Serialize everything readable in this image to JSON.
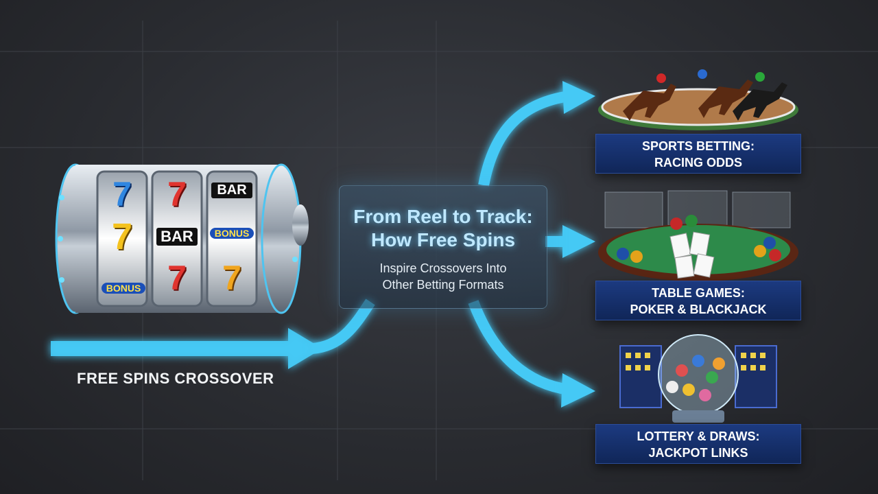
{
  "title": {
    "main_line1": "From Reel to Track:",
    "main_line2": "How Free Spins",
    "sub_line1": "Inspire Crossovers Into",
    "sub_line2": "Other Betting Formats"
  },
  "source": {
    "label": "FREE SPINS CROSSOVER",
    "reel_symbols": [
      "7",
      "7",
      "BAR",
      "7",
      "BAR",
      "BONUS",
      "BONUS",
      "7",
      "7"
    ]
  },
  "targets": [
    {
      "line1": "SPORTS BETTING:",
      "line2": "RACING ODDS",
      "icon": "horse-racing"
    },
    {
      "line1": "TABLE GAMES:",
      "line2": "POKER & BLACKJACK",
      "icon": "poker-table"
    },
    {
      "line1": "LOTTERY & DRAWS:",
      "line2": "JACKPOT LINKS",
      "icon": "lottery-globe"
    }
  ],
  "colors": {
    "arrow": "#45c9f5",
    "arrow_glow": "#1ea9e6",
    "caption_bg": "#163070",
    "background": "#2c2e33"
  }
}
